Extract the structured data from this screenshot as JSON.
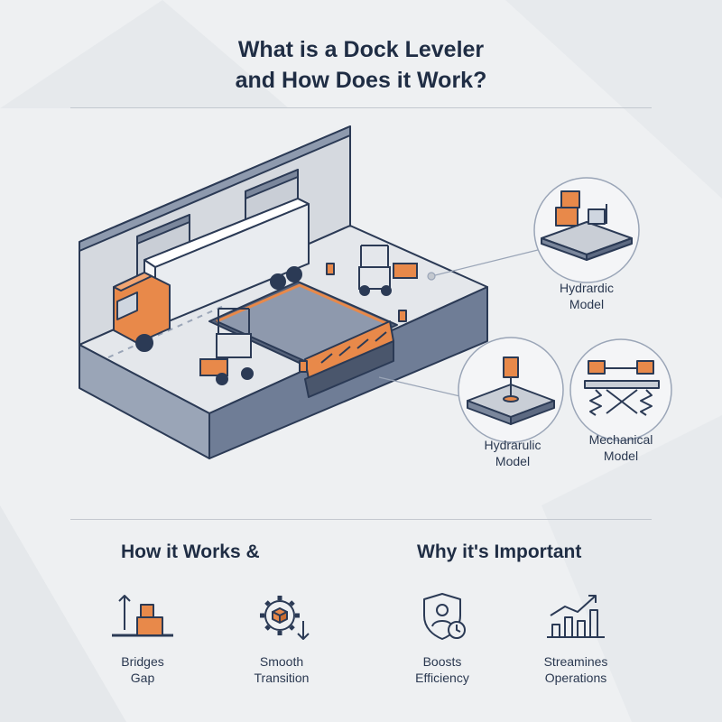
{
  "title": {
    "line1": "What is a Dock Leveler",
    "line2": "and How Does it Work?"
  },
  "callouts": [
    {
      "line1": "Hydrardic",
      "line2": "Model",
      "icon": "hydraulic-platform-icon"
    },
    {
      "line1": "Hydrarulic",
      "line2": "Model",
      "icon": "hydraulic-cylinder-icon"
    },
    {
      "line1": "Mechanical",
      "line2": "Model",
      "icon": "mechanical-spring-icon"
    }
  ],
  "sections": {
    "how": "How it Works &",
    "why": "Why it's Important"
  },
  "features": [
    {
      "line1": "Bridges",
      "line2": "Gap",
      "icon": "bridge-gap-icon"
    },
    {
      "line1": "Smooth",
      "line2": "Transition",
      "icon": "gear-box-icon"
    },
    {
      "line1": "Boosts",
      "line2": "Efficiency",
      "icon": "shield-person-clock-icon"
    },
    {
      "line1": "Streamines",
      "line2": "Operations",
      "icon": "bar-chart-trend-icon"
    }
  ],
  "colors": {
    "navy": "#2b3a55",
    "orange": "#e8894a",
    "background": "#eef0f2",
    "slate": "#6b7890"
  }
}
